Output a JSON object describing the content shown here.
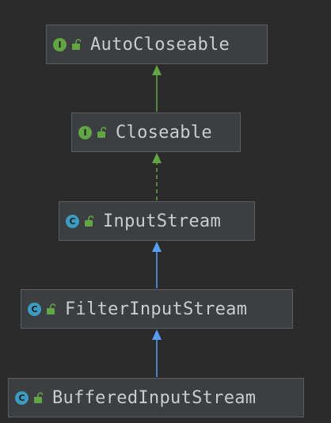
{
  "colors": {
    "background": "#2b2b2b",
    "node_fill": "#3c3f41",
    "node_border": "#5b5d5f",
    "interface_badge": "#62a545",
    "class_badge": "#3c9bc0",
    "implements_arrow": "#62a545",
    "extends_arrow": "#589df6",
    "label_text": "#c9cdd1"
  },
  "nodes": [
    {
      "id": "autocloseable",
      "label": "AutoCloseable",
      "kind": "interface",
      "badge": "I"
    },
    {
      "id": "closeable",
      "label": "Closeable",
      "kind": "interface",
      "badge": "I"
    },
    {
      "id": "inputstream",
      "label": "InputStream",
      "kind": "class",
      "badge": "C"
    },
    {
      "id": "filterinputstream",
      "label": "FilterInputStream",
      "kind": "class",
      "badge": "C"
    },
    {
      "id": "bufferedinputstream",
      "label": "BufferedInputStream",
      "kind": "class",
      "badge": "C"
    }
  ],
  "edges": [
    {
      "from": "closeable",
      "to": "autocloseable",
      "type": "extends-interface"
    },
    {
      "from": "inputstream",
      "to": "closeable",
      "type": "implements"
    },
    {
      "from": "filterinputstream",
      "to": "inputstream",
      "type": "extends"
    },
    {
      "from": "bufferedinputstream",
      "to": "filterinputstream",
      "type": "extends"
    }
  ],
  "icons": {
    "interface": "interface-icon",
    "class": "class-icon",
    "visibility": "unlock-icon"
  }
}
